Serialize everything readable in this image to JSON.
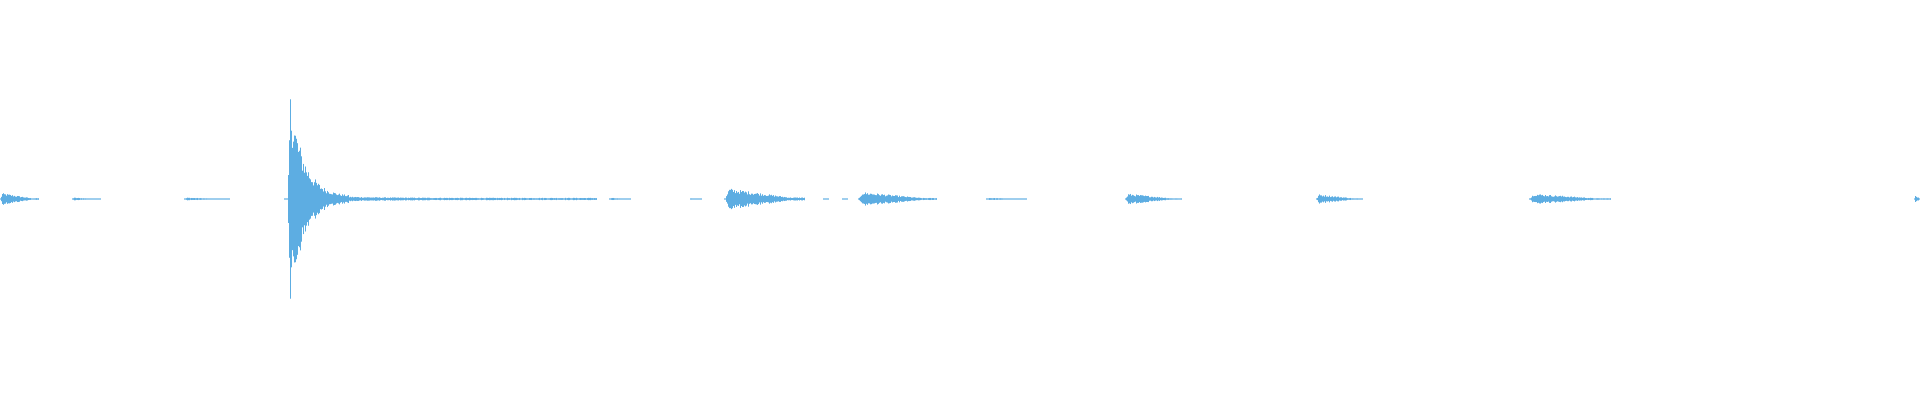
{
  "waveform": {
    "color": "#5dade2",
    "background": "#ffffff",
    "duration_fraction_note": "",
    "segments": [
      {
        "start": 0.0,
        "end": 0.0195,
        "peak": 0.05
      },
      {
        "start": 0.0375,
        "end": 0.052,
        "peak": 0.012
      },
      {
        "start": 0.096,
        "end": 0.119,
        "peak": 0.012
      },
      {
        "start": 0.148,
        "end": 0.15,
        "peak": 0.003
      },
      {
        "start": 0.15,
        "end": 0.31,
        "peak": 1.0,
        "attack": 0.15,
        "decay": 0.03
      },
      {
        "start": 0.3175,
        "end": 0.328,
        "peak": 0.01
      },
      {
        "start": 0.3595,
        "end": 0.365,
        "peak": 0.006
      },
      {
        "start": 0.3775,
        "end": 0.4185,
        "peak": 0.09
      },
      {
        "start": 0.429,
        "end": 0.431,
        "peak": 0.003
      },
      {
        "start": 0.439,
        "end": 0.441,
        "peak": 0.003
      },
      {
        "start": 0.447,
        "end": 0.487,
        "peak": 0.06
      },
      {
        "start": 0.514,
        "end": 0.534,
        "peak": 0.01
      },
      {
        "start": 0.586,
        "end": 0.615,
        "peak": 0.045
      },
      {
        "start": 0.6855,
        "end": 0.709,
        "peak": 0.04
      },
      {
        "start": 0.7965,
        "end": 0.8385,
        "peak": 0.045
      },
      {
        "start": 0.997,
        "end": 1.0,
        "peak": 0.04
      }
    ]
  }
}
